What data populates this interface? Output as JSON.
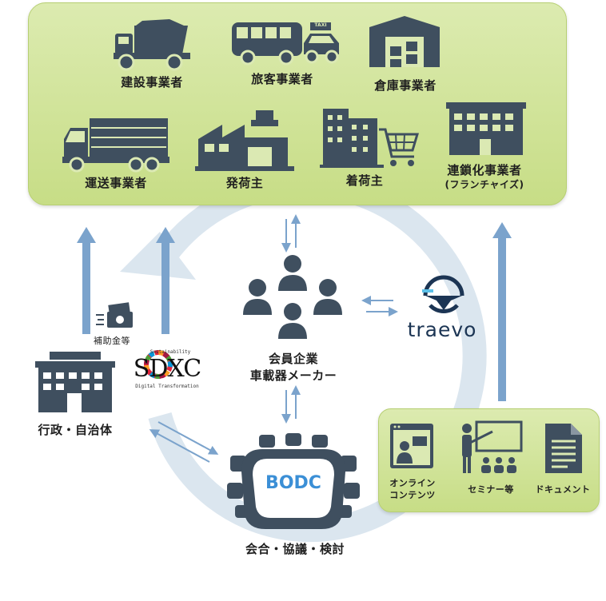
{
  "top_panel": {
    "construction": "建設事業者",
    "passenger": "旅客事業者",
    "taxi_sign": "TAXI",
    "warehouse": "倉庫事業者",
    "transport": "運送事業者",
    "shipper": "発荷主",
    "consignee": "着荷主",
    "chain": "連鎖化事業者",
    "chain_sub": "(フランチャイズ)"
  },
  "center": {
    "members_line1": "会員企業",
    "members_line2": "車載器メーカー"
  },
  "traevo": {
    "logo_text": "traevo"
  },
  "left": {
    "subsidy": "補助金等",
    "sdxc": "SDXC",
    "sdxc_top": "Sustainability",
    "sdxc_bottom": "Digital Transformation",
    "government": "行政・自治体"
  },
  "bottom": {
    "bodc": "BODC",
    "meeting": "会合・協議・検討"
  },
  "resources": {
    "online_line1": "オンライン",
    "online_line2": "コンテンツ",
    "seminar": "セミナー等",
    "document": "ドキュメント"
  },
  "colors": {
    "icon": "#3f4f5f",
    "arrow": "#7ba3cc",
    "cycle": "#dbe6ef",
    "panel": "#d6e7a4",
    "bodc_text": "#3b8fd6"
  }
}
